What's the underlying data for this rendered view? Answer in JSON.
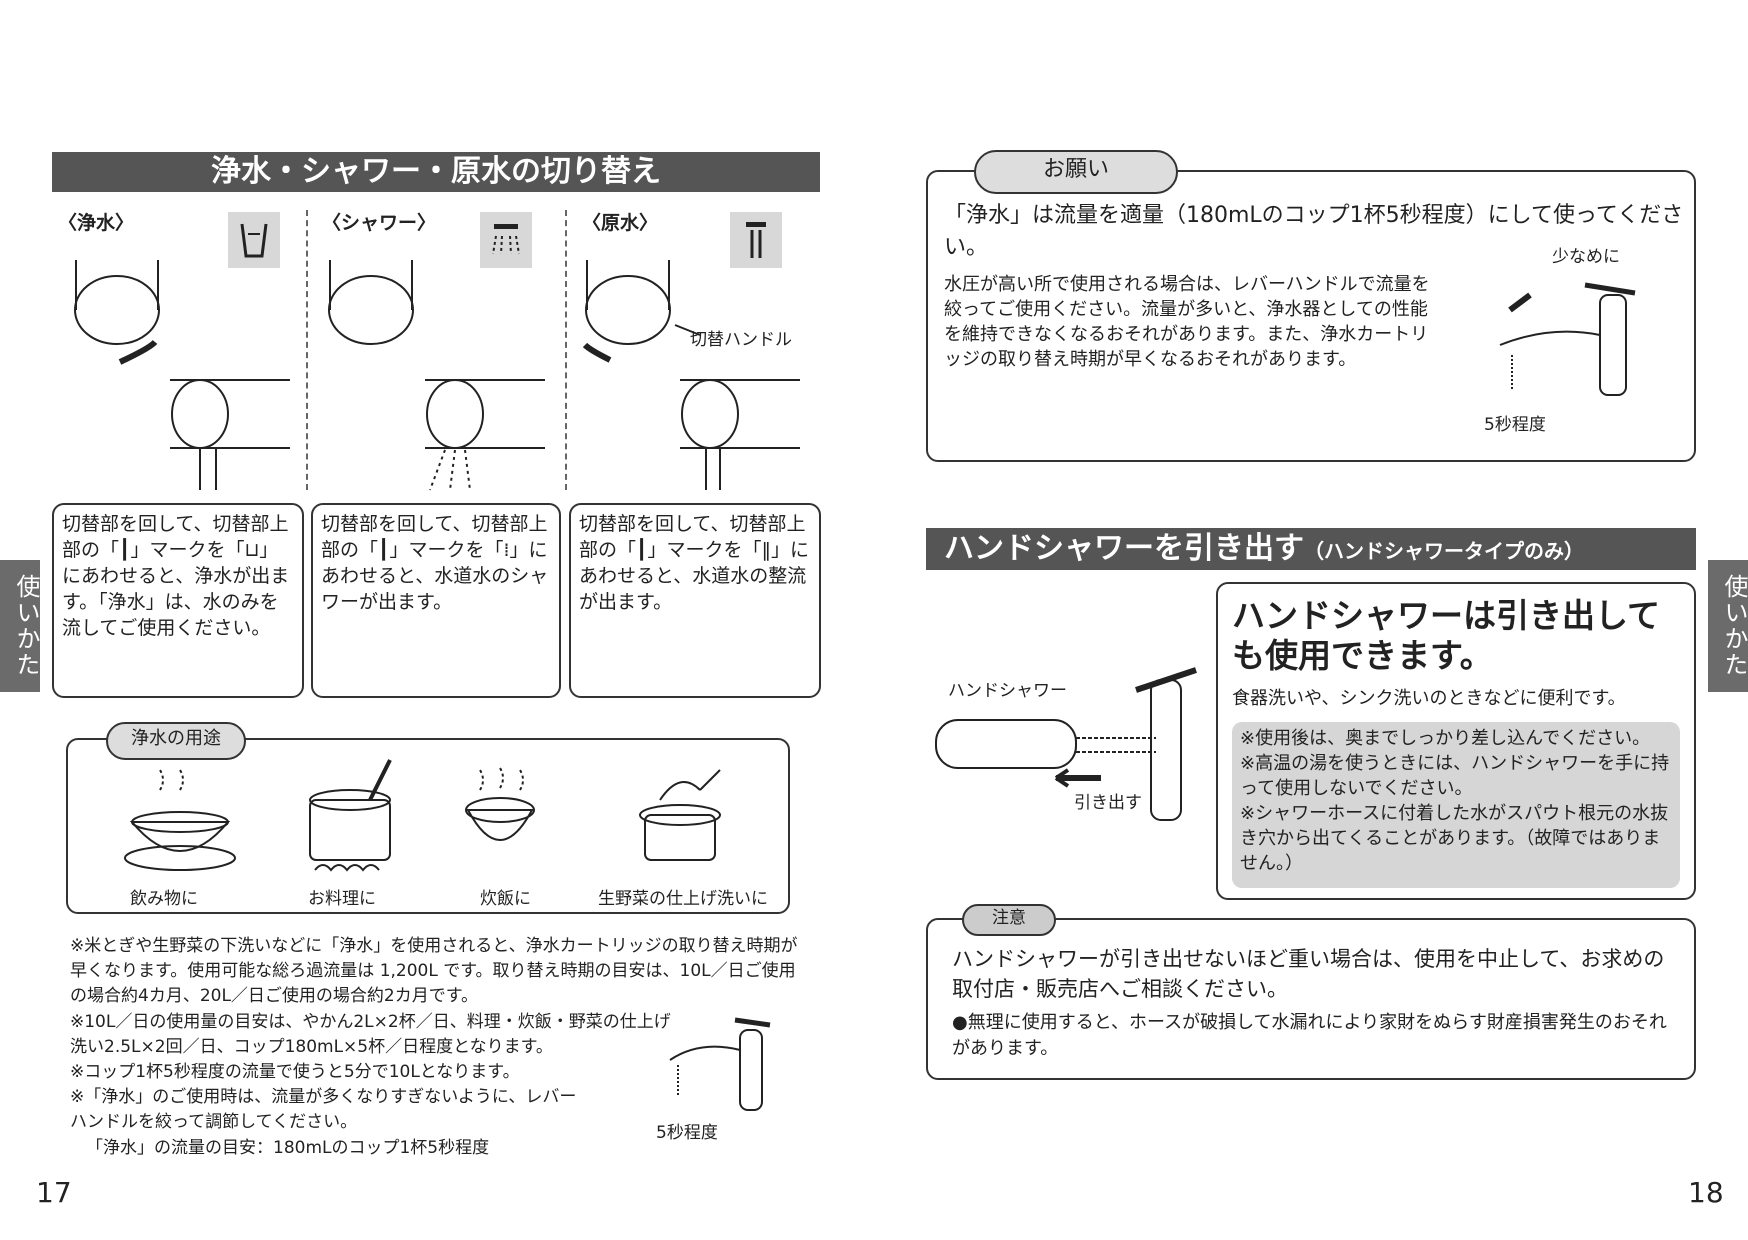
{
  "left": {
    "title": "浄水・シャワー・原水の切り替え",
    "modes": [
      {
        "label": "〈浄水〉",
        "text": "切替部を回して、切替部上部の「┃」マークを「⊔」にあわせると、浄水が出ます。「浄水」は、水のみを流してご使用ください。"
      },
      {
        "label": "〈シャワー〉",
        "text": "切替部を回して、切替部上部の「┃」マークを「⁞」にあわせると、水道水のシャワーが出ます。"
      },
      {
        "label": "〈原水〉",
        "text": "切替部を回して、切替部上部の「┃」マークを「‖」にあわせると、水道水の整流が出ます。"
      }
    ],
    "handle_label": "切替ハンドル",
    "uses_title": "浄水の用途",
    "uses": [
      "飲み物に",
      "お料理に",
      "炊飯に",
      "生野菜の仕上げ洗いに"
    ],
    "notes": [
      "※米とぎや生野菜の下洗いなどに「浄水」を使用されると、浄水カートリッジの取り替え時期が早くなります。使用可能な総ろ過流量は 1,200L です。取り替え時期の目安は、10L／日ご使用の場合約4カ月、20L／日ご使用の場合約2カ月です。",
      "※10L／日の使用量の目安は、やかん2L×2杯／日、料理・炊飯・野菜の仕上げ洗い2.5L×2回／日、コップ180mL×5杯／日程度となります。",
      "※コップ1杯5秒程度の流量で使うと5分で10Lとなります。",
      "※「浄水」のご使用時は、流量が多くなりすぎないように、レバーハンドルを絞って調節してください。",
      "「浄水」の流量の目安：180mLのコップ1杯5秒程度"
    ],
    "faucet_label": "5秒程度",
    "page_number": "17"
  },
  "right": {
    "request_title": "お願い",
    "request_main": "「浄水」は流量を適量（180mLのコップ1杯5秒程度）にして使ってください。",
    "request_body": "水圧が高い所で使用される場合は、レバーハンドルで流量を絞ってご使用ください。流量が多いと、浄水器としての性能を維持できなくなるおそれがあります。また、浄水カートリッジの取り替え時期が早くなるおそれがあります。",
    "request_small_label": "少なめに",
    "request_seconds": "5秒程度",
    "section_title": "ハンドシャワーを引き出す",
    "section_subtitle": "（ハンドシャワータイプのみ）",
    "hand_shower_label": "ハンドシャワー",
    "pull_label": "引き出す",
    "feature_title": "ハンドシャワーは引き出しても使用できます。",
    "feature_desc": "食器洗いや、シンク洗いのときなどに便利です。",
    "feature_notes": [
      "※使用後は、奥までしっかり差し込んでください。",
      "※高温の湯を使うときには、ハンドシャワーを手に持って使用しないでください。",
      "※シャワーホースに付着した水がスパウト根元の水抜き穴から出てくることがあります。（故障ではありません。）"
    ],
    "caution_title": "注意",
    "caution_main": "ハンドシャワーが引き出せないほど重い場合は、使用を中止して、お求めの取付店・販売店へご相談ください。",
    "caution_sub": "●無理に使用すると、ホースが破損して水漏れにより家財をぬらす財産損害発生のおそれがあります。",
    "page_number": "18"
  },
  "side_tab": "使いかた"
}
